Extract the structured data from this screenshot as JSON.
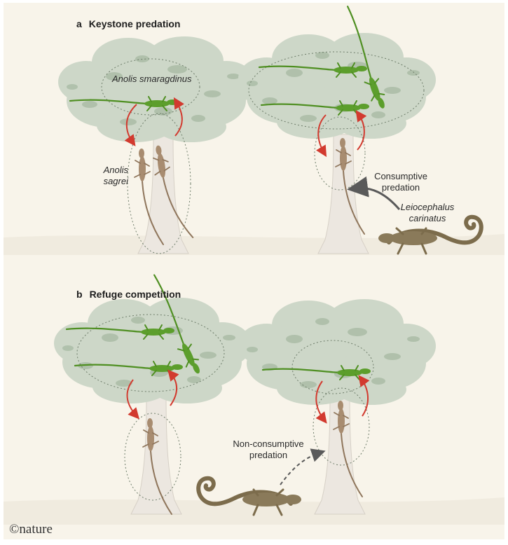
{
  "panels": {
    "a": {
      "letter": "a",
      "title": "Keystone predation",
      "labels": {
        "green_species": "Anolis smaragdinus",
        "brown_species_line1": "Anolis",
        "brown_species_line2": "sagrei",
        "interaction_line1": "Consumptive",
        "interaction_line2": "predation",
        "predator_line1": "Leiocephalus",
        "predator_line2": "carinatus"
      }
    },
    "b": {
      "letter": "b",
      "title": "Refuge competition",
      "labels": {
        "interaction_line1": "Non-consumptive",
        "interaction_line2": "predation"
      }
    }
  },
  "logo": "©nature",
  "colors": {
    "background": "#f8f4ea",
    "foliage_light": "#cdd7c8",
    "foliage_dark": "#a9bba5",
    "trunk": "#ece7e0",
    "green_anole": "#5c9e2c",
    "brown_anole": "#a88c70",
    "curly_tail": "#8a7a5a",
    "movement_arrow": "#d23a2f",
    "predation_arrow": "#5a5a5a"
  },
  "icons": {
    "movement": "curved-red-arrow",
    "predation": "gray-arrow",
    "threat": "dashed-arrow"
  }
}
